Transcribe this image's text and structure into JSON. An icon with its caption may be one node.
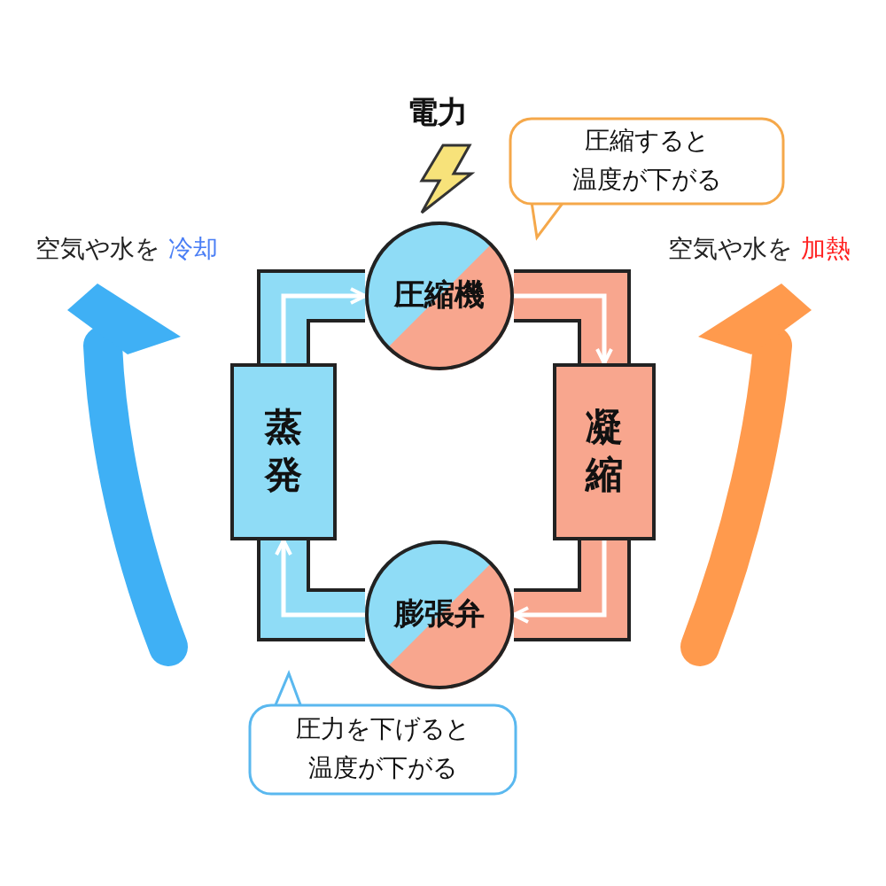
{
  "diagram": {
    "nodes": [
      {
        "text": [
          "圧縮機"
        ]
      },
      {
        "text": [
          "凝縮"
        ]
      },
      {
        "text": [
          "膨張弁"
        ]
      },
      {
        "text": [
          "蒸発"
        ]
      },
      {
        "text": [
          "圧縮すると",
          "温度が下がる"
        ]
      },
      {
        "text": [
          "圧力を下げると",
          "温度が下がる"
        ]
      }
    ],
    "edges": [
      {
        "from": 0,
        "to": 1,
        "arrow": "to"
      },
      {
        "from": 1,
        "to": 2,
        "arrow": "to"
      },
      {
        "from": 2,
        "to": 3,
        "arrow": "to"
      },
      {
        "from": 3,
        "to": 0,
        "arrow": "to"
      }
    ],
    "labels": [
      "電力",
      "空気や水を",
      "冷却",
      "空気や水を",
      "加熱"
    ]
  }
}
